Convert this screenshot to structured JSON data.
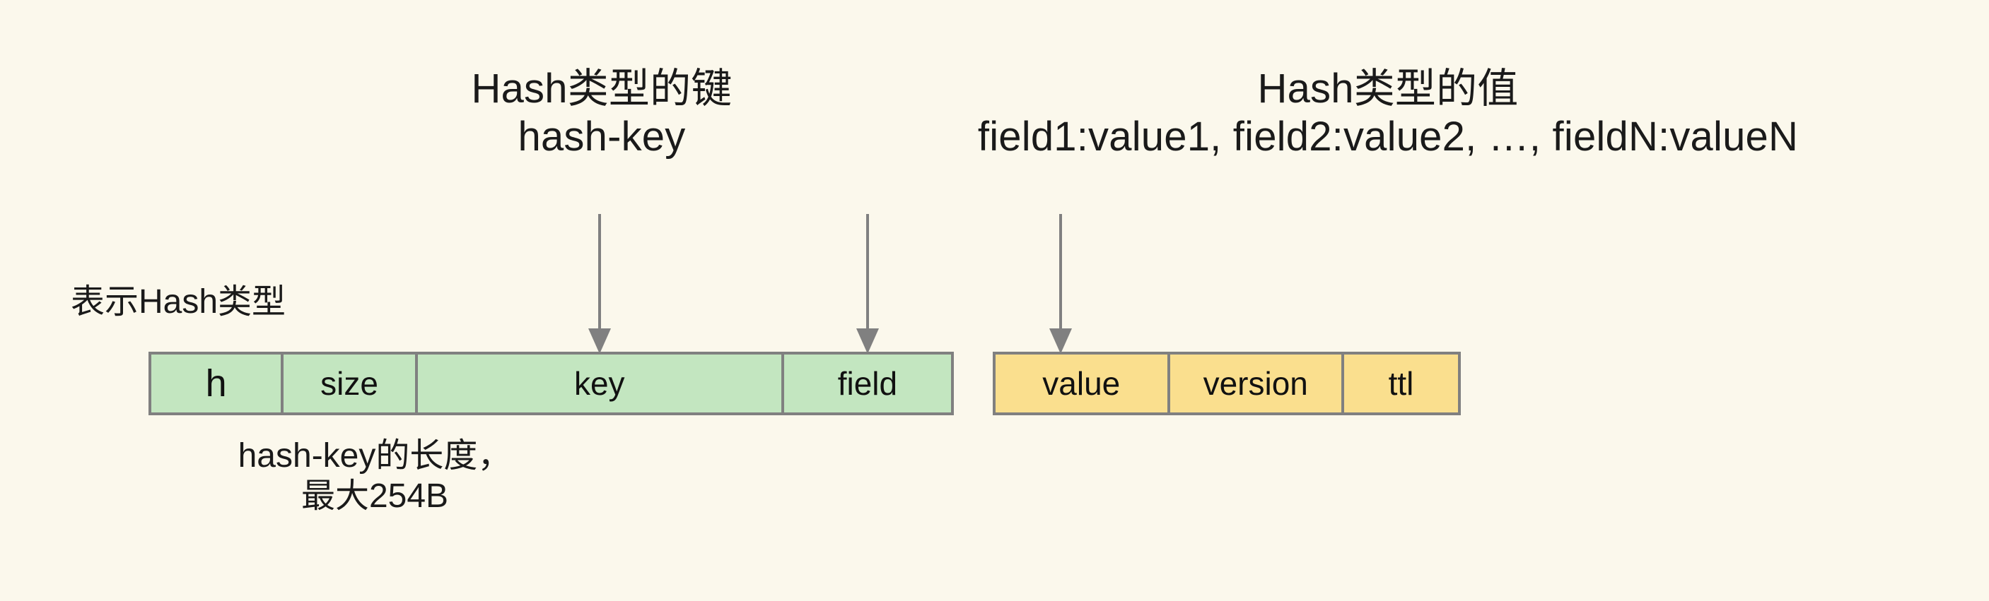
{
  "diagram": {
    "title_key": "Hash类型的键",
    "title_value": "Hash类型的值",
    "colors": {
      "background": "#fbf8ec",
      "key_record_fill": "#c3e6c0",
      "value_record_fill": "#fadf8e",
      "border": "#808080",
      "text": "#1a1a1a"
    }
  },
  "annotations": {
    "key_caption": {
      "line1": "Hash类型的键",
      "line2": "hash-key"
    },
    "value_caption": {
      "line1": "Hash类型的值",
      "line2": "field1:value1, field2:value2, …, fieldN:valueN"
    },
    "type_note": "表示Hash类型",
    "size_note": {
      "line1": "hash-key的长度，",
      "line2": "最大254B"
    }
  },
  "key_record": {
    "cells": [
      {
        "label": "h"
      },
      {
        "label": "size"
      },
      {
        "label": "key"
      },
      {
        "label": "field"
      }
    ]
  },
  "value_record": {
    "cells": [
      {
        "label": "value"
      },
      {
        "label": "version"
      },
      {
        "label": "ttl"
      }
    ]
  },
  "arrows": [
    {
      "name": "arrow-to-key",
      "target": "key"
    },
    {
      "name": "arrow-to-field",
      "target": "field"
    },
    {
      "name": "arrow-to-value",
      "target": "value"
    }
  ]
}
